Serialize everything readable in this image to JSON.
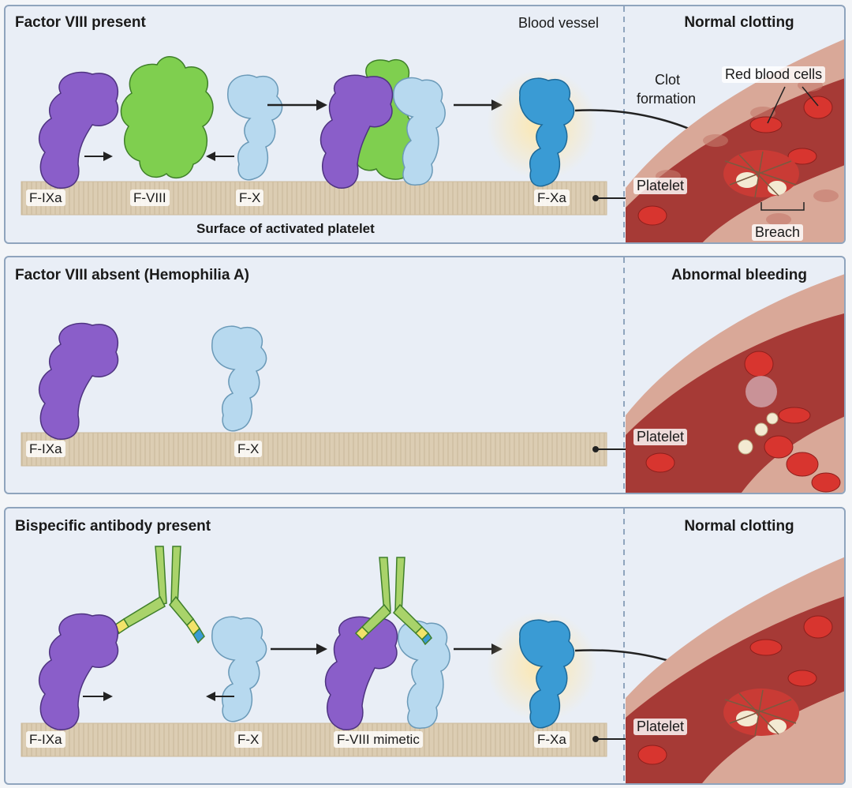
{
  "panels": [
    {
      "title": "Factor VIII present",
      "right_title": "Normal clotting",
      "vessel_label": "Blood vessel",
      "surface_label": "Surface of activated platelet",
      "factors": [
        "F-IXa",
        "F-VIII",
        "F-X",
        "F-Xa"
      ],
      "annotations": {
        "clot": [
          "Clot",
          "formation"
        ],
        "rbc": "Red blood cells",
        "platelet": "Platelet",
        "breach": "Breach"
      }
    },
    {
      "title": "Factor VIII absent (Hemophilia A)",
      "right_title": "Abnormal bleeding",
      "factors": [
        "F-IXa",
        "F-X"
      ],
      "annotations": {
        "platelet": "Platelet"
      }
    },
    {
      "title": "Bispecific antibody present",
      "right_title": "Normal clotting",
      "factors": [
        "F-IXa",
        "F-X",
        "F-VIII mimetic",
        "F-Xa"
      ],
      "annotations": {
        "platelet": "Platelet"
      }
    }
  ],
  "colors": {
    "f9a": "#8a5ec9",
    "f8": "#7fcf4f",
    "fx": "#b7d9ef",
    "fxa": "#3a9bd4",
    "membrane": "#dccdb3",
    "vessel_wall": "#c98f80",
    "blood": "#a63a36",
    "rbc": "#d8352f",
    "panel_bg": "#e9eef6",
    "panel_border": "#8fa4bd"
  }
}
